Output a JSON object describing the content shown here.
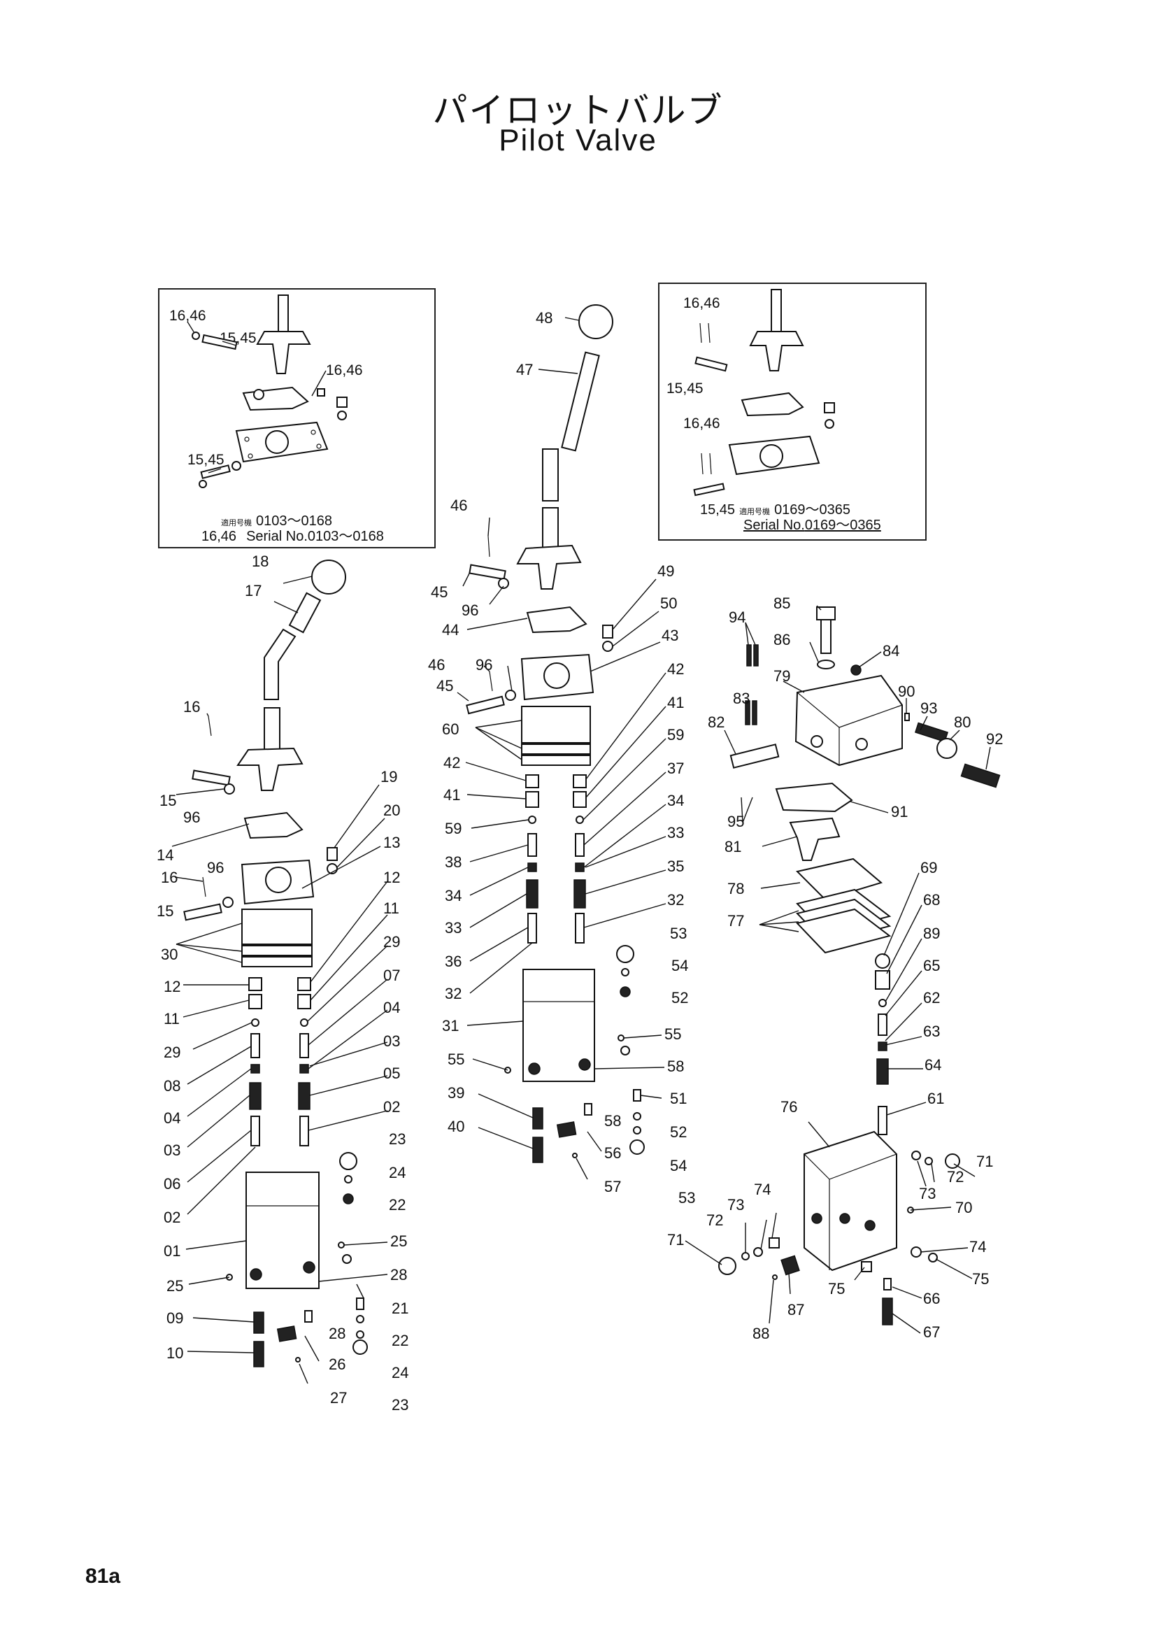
{
  "title": {
    "japanese": "パイロットバルブ",
    "english": "Pilot Valve"
  },
  "page_number": "81a",
  "inset_left": {
    "serial_jp": "適用号機",
    "serial_range_1": "0103～0168",
    "serial_label": "Serial No.",
    "serial_range_2": "0103～0168",
    "labels": [
      "16,46",
      "15,45",
      "16,46",
      "15,45",
      "16,46"
    ]
  },
  "inset_right": {
    "serial_jp": "適用号機",
    "serial_range_1": "0169～0365",
    "serial_label": "Serial No.",
    "serial_range_2": "0169～0365",
    "labels": [
      "16,46",
      "15,45",
      "16,46",
      "15,45"
    ]
  },
  "callouts": {
    "left_assembly": [
      "18",
      "17",
      "16",
      "15",
      "96",
      "14",
      "16",
      "96",
      "15",
      "30",
      "12",
      "11",
      "29",
      "08",
      "04",
      "03",
      "06",
      "02",
      "01",
      "25",
      "09",
      "10",
      "19",
      "20",
      "13",
      "12",
      "11",
      "29",
      "07",
      "04",
      "03",
      "05",
      "02",
      "23",
      "24",
      "22",
      "25",
      "28",
      "21",
      "28",
      "22",
      "26",
      "24",
      "27",
      "23"
    ],
    "center_assembly": [
      "48",
      "47",
      "46",
      "45",
      "96",
      "44",
      "46",
      "96",
      "45",
      "60",
      "42",
      "41",
      "59",
      "38",
      "34",
      "33",
      "36",
      "32",
      "31",
      "55",
      "39",
      "40",
      "49",
      "50",
      "43",
      "42",
      "41",
      "59",
      "37",
      "34",
      "33",
      "35",
      "32",
      "53",
      "54",
      "52",
      "55",
      "58",
      "51",
      "58",
      "52",
      "56",
      "54",
      "57",
      "53"
    ],
    "right_assembly": [
      "85",
      "94",
      "86",
      "84",
      "79",
      "90",
      "93",
      "80",
      "92",
      "83",
      "82",
      "95",
      "91",
      "81",
      "78",
      "77",
      "69",
      "68",
      "89",
      "65",
      "62",
      "63",
      "64",
      "61",
      "76",
      "71",
      "73",
      "72",
      "71",
      "70",
      "74",
      "72",
      "73",
      "74",
      "75",
      "87",
      "88",
      "75",
      "66",
      "67"
    ]
  }
}
